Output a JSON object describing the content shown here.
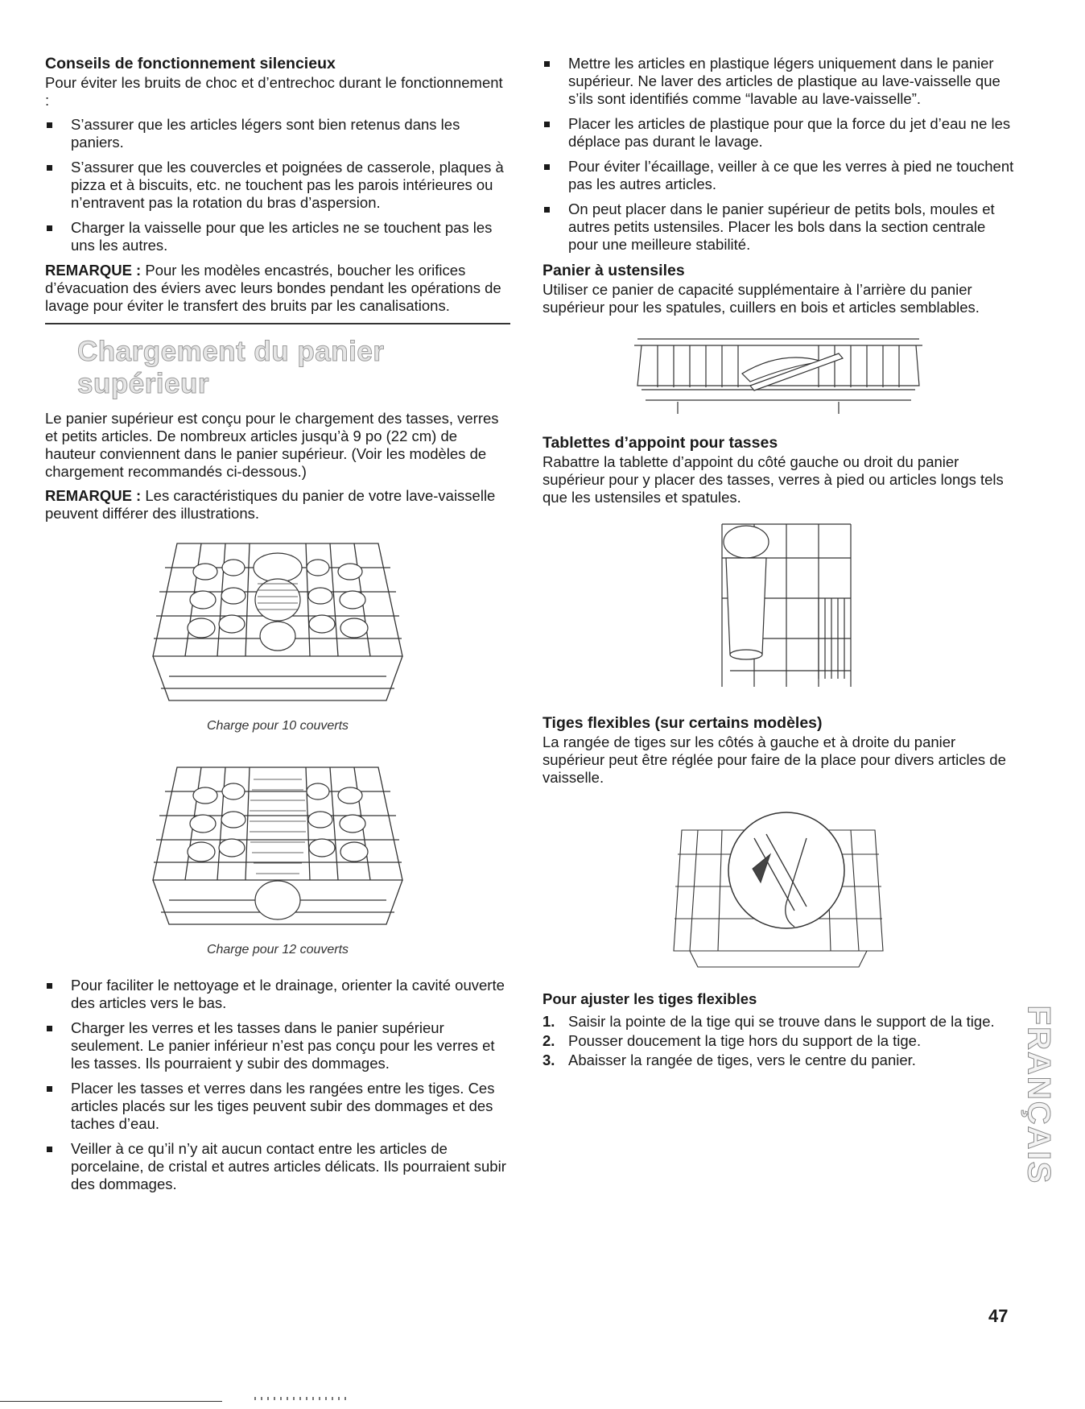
{
  "left": {
    "quiet": {
      "heading": "Conseils de fonctionnement silencieux",
      "intro": "Pour éviter les bruits de choc et d’entrechoc durant le fonctionnement :",
      "bullets": [
        "S’assurer que les articles légers sont bien retenus dans les paniers.",
        "S’assurer que les couvercles et poignées de casserole, plaques à pizza et à biscuits, etc. ne touchent pas les parois intérieures ou n’entravent pas la rotation du bras d’aspersion.",
        "Charger la vaisselle pour que les articles ne se touchent pas les uns les autres."
      ],
      "note_label": "REMARQUE :",
      "note_text": " Pour les modèles encastrés, boucher les orifices d’évacuation des éviers avec leurs bondes pendant les opérations de lavage pour éviter le transfert des bruits par les canalisations."
    },
    "upper": {
      "title": "Chargement du panier supérieur",
      "intro": "Le panier supérieur est conçu pour le chargement des tasses, verres et petits articles. De nombreux articles jusqu’à 9 po (22 cm) de hauteur conviennent dans le panier supérieur. (Voir les modèles de chargement recommandés ci-dessous.)",
      "note_label": "REMARQUE :",
      "note_text": " Les caractéristiques du panier de votre lave-vaisselle peuvent différer des illustrations.",
      "caption1": "Charge pour 10 couverts",
      "caption2": "Charge pour 12 couverts",
      "bullets": [
        "Pour faciliter le nettoyage et le drainage, orienter la cavité ouverte des articles vers le bas.",
        "Charger les verres et les tasses dans le panier supérieur seulement. Le panier inférieur n’est pas conçu pour les verres et les tasses. Ils pourraient y subir des dommages.",
        "Placer les tasses et verres dans les rangées entre les tiges. Ces articles placés sur les tiges peuvent subir des dommages et des taches d’eau.",
        "Veiller à ce qu’il n’y ait aucun contact entre les articles de porcelaine, de cristal et autres articles délicats. Ils pourraient subir des dommages."
      ]
    }
  },
  "right": {
    "bullets": [
      "Mettre les articles en plastique légers uniquement dans le panier supérieur. Ne laver des articles de plastique au lave-vaisselle que s’ils sont identifiés comme “lavable au lave-vaisselle”.",
      "Placer les articles de plastique pour que la force du jet d’eau ne les déplace pas durant le lavage.",
      "Pour éviter l’écaillage, veiller à ce que les verres à pied ne touchent pas les autres articles.",
      "On peut placer dans le panier supérieur de petits bols, moules et autres petits ustensiles. Placer les bols dans la section centrale pour une meilleure stabilité."
    ],
    "utensil": {
      "heading": "Panier à ustensiles",
      "text": "Utiliser ce panier de capacité supplémentaire à l’arrière du panier supérieur pour les spatules, cuillers en bois et articles semblables."
    },
    "shelves": {
      "heading": "Tablettes d’appoint pour tasses",
      "text": "Rabattre la tablette d’appoint du côté gauche ou droit du panier supérieur pour y placer des tasses, verres à pied ou articles longs tels que les ustensiles et spatules."
    },
    "tines": {
      "heading": "Tiges flexibles (sur certains modèles)",
      "text": "La rangée de tiges sur les côtés à gauche et à droite du panier supérieur peut être réglée pour faire de la place pour divers articles de vaisselle.",
      "steps_heading": "Pour ajuster les tiges flexibles",
      "steps": [
        {
          "n": "1.",
          "text": "Saisir la pointe de la tige qui se trouve dans le support de la tige."
        },
        {
          "n": "2.",
          "text": "Pousser doucement la tige hors du support de la tige."
        },
        {
          "n": "3.",
          "text": "Abaisser la rangée de tiges, vers le centre du panier."
        }
      ]
    }
  },
  "side_tab": "FRANÇAIS",
  "page_number": "47"
}
